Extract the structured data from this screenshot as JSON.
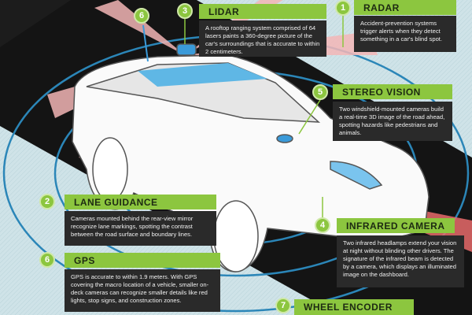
{
  "colors": {
    "accent": "#8cc63f",
    "panel": "#2a2a2a",
    "road": "#111111",
    "ring": "#2b86b8",
    "beam": "#f3b6b6"
  },
  "callouts": [
    {
      "number": "1",
      "title": "RADAR",
      "text": "Accident-prevention systems trigger alerts when they detect something in a car's blind spot."
    },
    {
      "number": "2",
      "title": "LANE GUIDANCE",
      "text": "Cameras mounted behind the rear-view mirror recognize lane markings, spotting the contrast between the road surface and boundary lines."
    },
    {
      "number": "3",
      "title": "LIDAR",
      "text": "A rooftop ranging system comprised of 64 lasers paints a 360-degree picture of the car's surroundings that is accurate to within 2 centimeters."
    },
    {
      "number": "4",
      "title": "INFRARED CAMERA",
      "text": "Two infrared headlamps extend your vision at night without blinding other drivers. The signature of the infrared beam is detected by a camera, which displays an illuminated image on the dashboard."
    },
    {
      "number": "5",
      "title": "STEREO VISION",
      "text": "Two windshield-mounted cameras build a real-time 3D image of the road ahead, spotting hazards like pedestrians and animals."
    },
    {
      "number": "6",
      "title": "GPS",
      "text": "GPS is accurate to within 1.9 meters. With GPS covering the macro location of a vehicle, smaller on-deck cameras can recognize smaller details like red lights, stop signs, and construction zones."
    },
    {
      "number": "7",
      "title": "WHEEL ENCODER"
    }
  ],
  "antenna_marker": "6"
}
